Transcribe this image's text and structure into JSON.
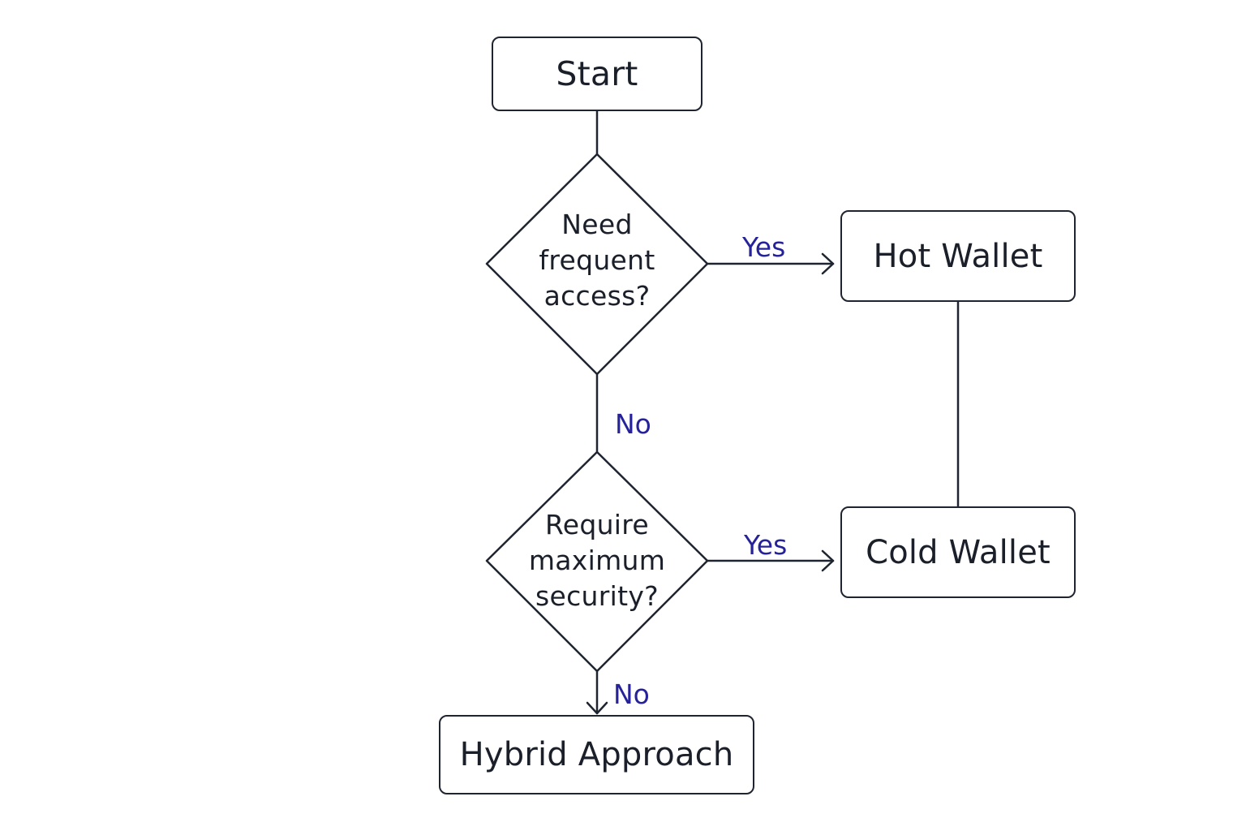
{
  "nodes": {
    "start": "Start",
    "decision_frequent": [
      "Need",
      "frequent",
      "access?"
    ],
    "decision_security": [
      "Require",
      "maximum",
      "security?"
    ],
    "hot_wallet": "Hot Wallet",
    "cold_wallet": "Cold Wallet",
    "hybrid": "Hybrid Approach"
  },
  "edges": {
    "frequent_yes": "Yes",
    "frequent_no": "No",
    "security_yes": "Yes",
    "security_no": "No"
  },
  "colors": {
    "stroke": "#1f2530",
    "edge_label": "#26229a",
    "background": "#ffffff"
  }
}
